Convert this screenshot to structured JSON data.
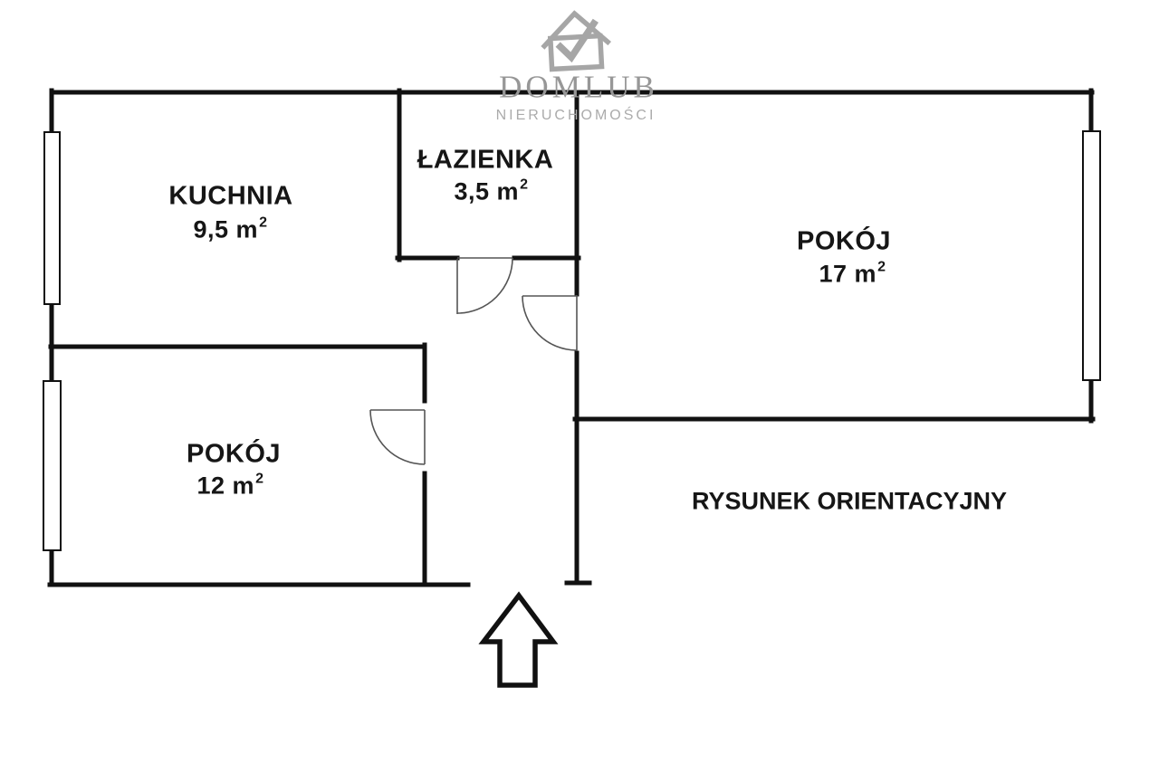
{
  "logo": {
    "title": "DOMLUB",
    "subtitle": "NIERUCHOMOŚCI",
    "icon": "house-check-icon"
  },
  "caption": "RYSUNEK ORIENTACYJNY",
  "rooms": [
    {
      "id": "kuchnia",
      "name": "KUCHNIA",
      "area_label": "9,5 m",
      "area_sup": "2"
    },
    {
      "id": "lazienka",
      "name": "ŁAZIENKA",
      "area_label": "3,5 m",
      "area_sup": "2"
    },
    {
      "id": "pokoj-17",
      "name": "POKÓJ",
      "area_label": "17 m",
      "area_sup": "2"
    },
    {
      "id": "pokoj-12",
      "name": "POKÓJ",
      "area_label": "12 m",
      "area_sup": "2"
    }
  ],
  "colors": {
    "wall": "#111111",
    "door": "#555555",
    "text": "#161616",
    "logo": "#a0a0a0"
  }
}
